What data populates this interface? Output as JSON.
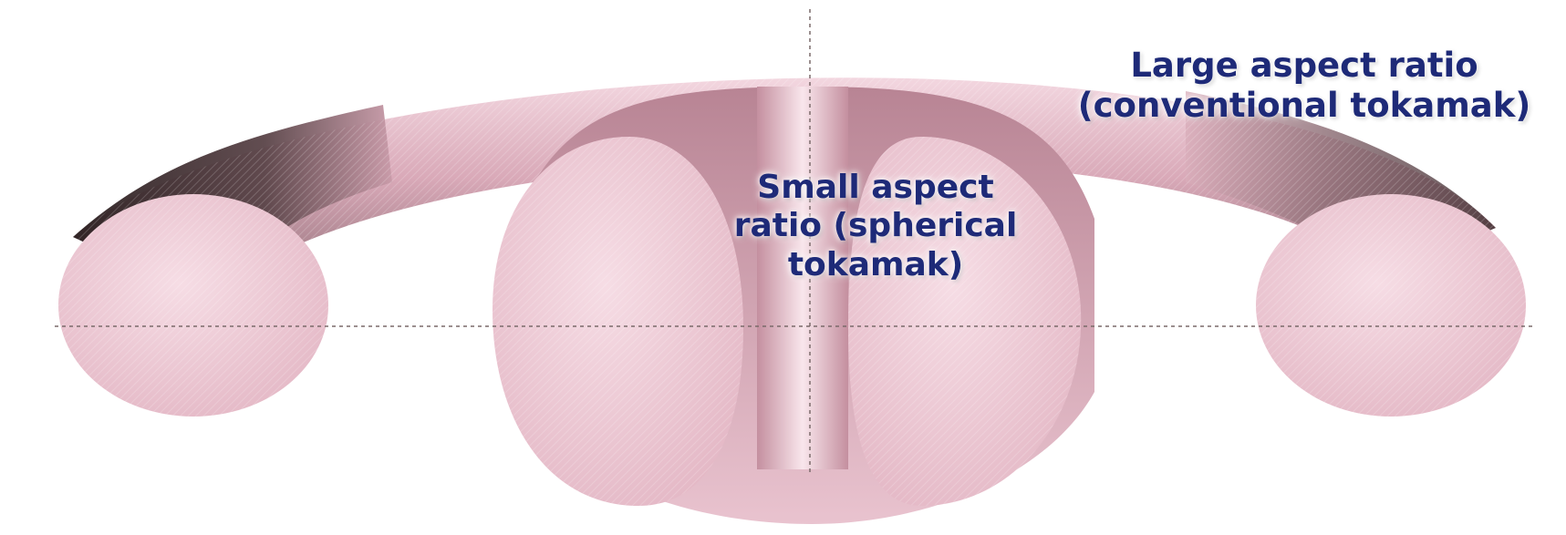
{
  "labels": {
    "large": {
      "line1": "Large aspect ratio",
      "line2": "(conventional tokamak)"
    },
    "small": {
      "line1": "Small aspect",
      "line2": "ratio (spherical",
      "line3": "tokamak)"
    }
  },
  "colors": {
    "torus_fill": "#e2b3c1",
    "torus_highlight": "#f6dfe6",
    "torus_shadow": "#3a2a2c",
    "cross_section": "#efcdd7",
    "label_text": "#1e2a78",
    "axis_line": "#7a6a6a"
  }
}
